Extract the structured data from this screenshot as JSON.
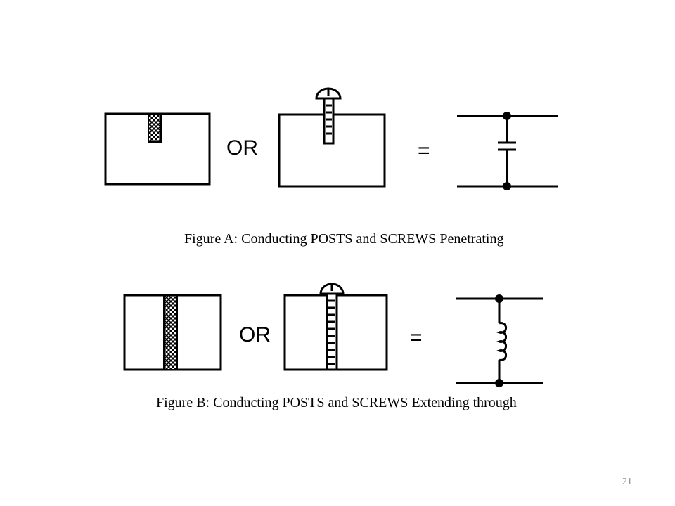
{
  "figure_a": {
    "or_label": "OR",
    "equals_label": "=",
    "caption": "Figure A: Conducting POSTS and SCREWS Penetrating",
    "equivalent": "capacitor"
  },
  "figure_b": {
    "or_label": "OR",
    "equals_label": "=",
    "caption": "Figure B: Conducting POSTS and SCREWS Extending through",
    "equivalent": "inductor"
  },
  "page_number": "21",
  "colors": {
    "line": "#000000",
    "background": "#ffffff",
    "page_number": "#888888"
  }
}
